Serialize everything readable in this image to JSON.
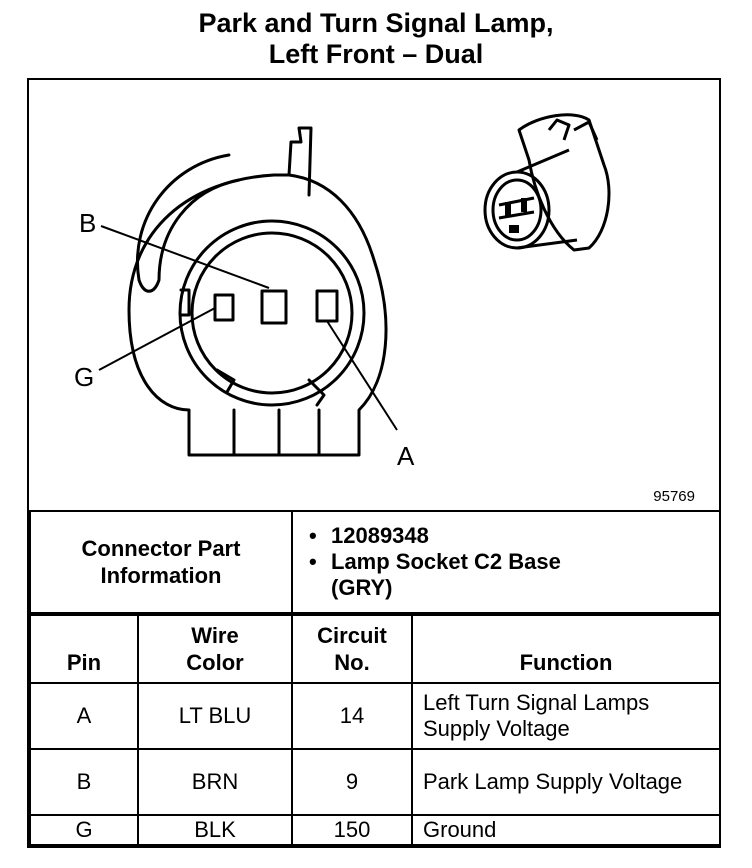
{
  "title": {
    "line1": "Park and Turn Signal Lamp,",
    "line2": "Left Front – Dual"
  },
  "diagram": {
    "pin_labels": {
      "b": "B",
      "g": "G",
      "a": "A"
    },
    "drawing_number": "95769"
  },
  "connector_info": {
    "label": "Connector Part Information",
    "items": [
      "12089348",
      "Lamp Socket C2 Base (GRY)"
    ]
  },
  "pin_table": {
    "headers": [
      "Pin",
      "Wire Color",
      "Circuit No.",
      "Function"
    ],
    "rows": [
      {
        "pin": "A",
        "wire_color": "LT BLU",
        "circuit": "14",
        "function": "Left Turn Signal Lamps Supply Voltage"
      },
      {
        "pin": "B",
        "wire_color": "BRN",
        "circuit": "9",
        "function": "Park Lamp Supply Voltage"
      },
      {
        "pin": "G",
        "wire_color": "BLK",
        "circuit": "150",
        "function": "Ground"
      }
    ]
  }
}
